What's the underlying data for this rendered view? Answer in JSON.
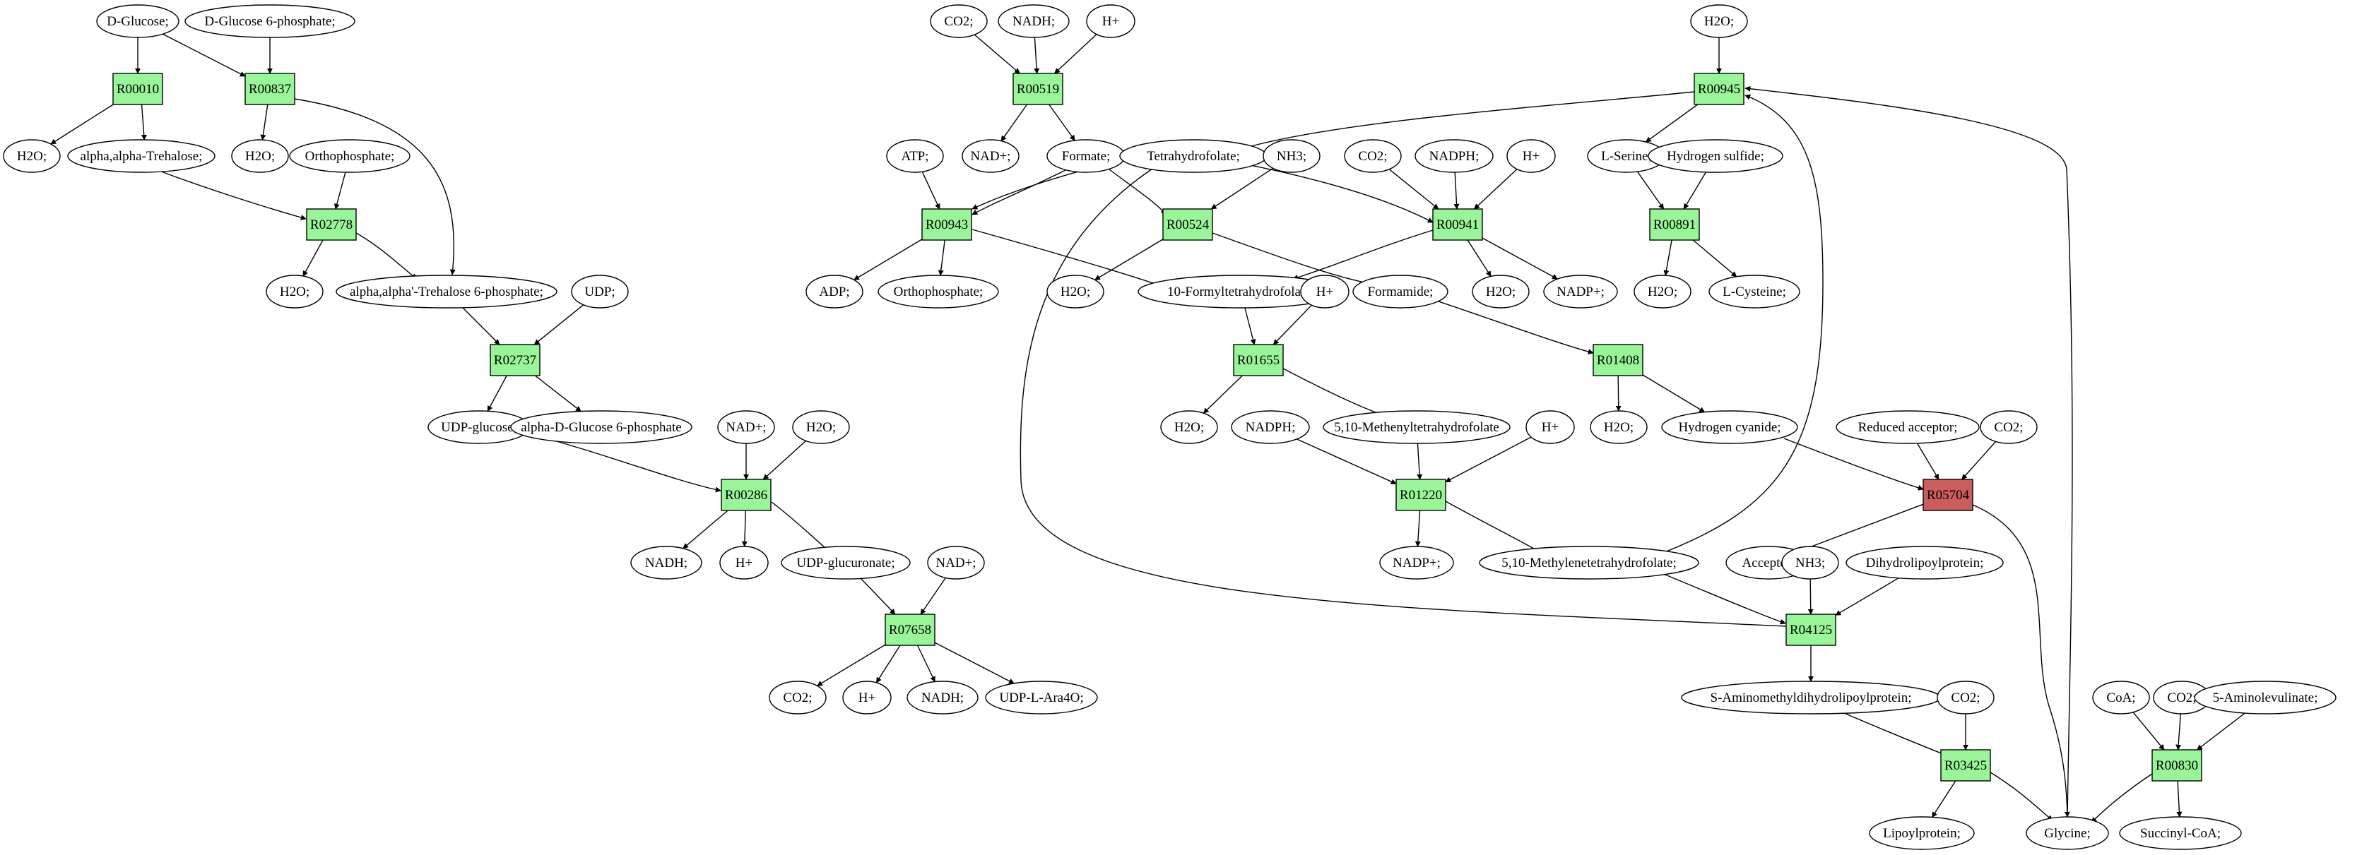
{
  "colors": {
    "reaction_fill": "#98f598",
    "reaction_highlight": "#cd5c5c",
    "start_metabolite": "#00ee00",
    "target_metabolite": "#ffff00",
    "metabolite_fill": "#ffffff",
    "stroke": "#000000"
  },
  "nodes": [
    {
      "id": "m_dglucose",
      "kind": "metabolite",
      "label": "D-Glucose;",
      "style": "start"
    },
    {
      "id": "m_dg6p_top",
      "kind": "metabolite",
      "label": "D-Glucose 6-phosphate;"
    },
    {
      "id": "r_R00010",
      "kind": "reaction",
      "label": "R00010"
    },
    {
      "id": "r_R00837",
      "kind": "reaction",
      "label": "R00837"
    },
    {
      "id": "m_h2o_1",
      "kind": "metabolite",
      "label": "H2O;"
    },
    {
      "id": "m_trehalose",
      "kind": "metabolite",
      "label": "alpha,alpha-Trehalose;"
    },
    {
      "id": "m_h2o_2",
      "kind": "metabolite",
      "label": "H2O;"
    },
    {
      "id": "m_orthophosphate_1",
      "kind": "metabolite",
      "label": "Orthophosphate;"
    },
    {
      "id": "r_R02778",
      "kind": "reaction",
      "label": "R02778"
    },
    {
      "id": "m_h2o_3",
      "kind": "metabolite",
      "label": "H2O;"
    },
    {
      "id": "m_t6p",
      "kind": "metabolite",
      "label": "alpha,alpha'-Trehalose 6-phosphate;"
    },
    {
      "id": "m_udp",
      "kind": "metabolite",
      "label": "UDP;"
    },
    {
      "id": "r_R02737",
      "kind": "reaction",
      "label": "R02737"
    },
    {
      "id": "m_udpglucose",
      "kind": "metabolite",
      "label": "UDP-glucose;"
    },
    {
      "id": "m_adg6p",
      "kind": "metabolite",
      "label": "alpha-D-Glucose 6-phosphate"
    },
    {
      "id": "m_nadp_a",
      "kind": "metabolite",
      "label": "NAD+;"
    },
    {
      "id": "m_h2o_4",
      "kind": "metabolite",
      "label": "H2O;"
    },
    {
      "id": "r_R00286",
      "kind": "reaction",
      "label": "R00286"
    },
    {
      "id": "m_nadh_1",
      "kind": "metabolite",
      "label": "NADH;"
    },
    {
      "id": "m_hplus_1",
      "kind": "metabolite",
      "label": "H+"
    },
    {
      "id": "m_udpglucuronate",
      "kind": "metabolite",
      "label": "UDP-glucuronate;"
    },
    {
      "id": "m_nadp_b",
      "kind": "metabolite",
      "label": "NAD+;"
    },
    {
      "id": "r_R07658",
      "kind": "reaction",
      "label": "R07658"
    },
    {
      "id": "m_co2_1",
      "kind": "metabolite",
      "label": "CO2;"
    },
    {
      "id": "m_hplus_2",
      "kind": "metabolite",
      "label": "H+"
    },
    {
      "id": "m_nadh_2",
      "kind": "metabolite",
      "label": "NADH;"
    },
    {
      "id": "m_udpara",
      "kind": "metabolite",
      "label": "UDP-L-Ara4O;"
    },
    {
      "id": "m_co2_2",
      "kind": "metabolite",
      "label": "CO2;"
    },
    {
      "id": "m_nadh_3",
      "kind": "metabolite",
      "label": "NADH;"
    },
    {
      "id": "m_hplus_3",
      "kind": "metabolite",
      "label": "H+"
    },
    {
      "id": "r_R00519",
      "kind": "reaction",
      "label": "R00519"
    },
    {
      "id": "m_nadp_c",
      "kind": "metabolite",
      "label": "NAD+;"
    },
    {
      "id": "m_formate",
      "kind": "metabolite",
      "label": "Formate;"
    },
    {
      "id": "m_atp",
      "kind": "metabolite",
      "label": "ATP;"
    },
    {
      "id": "m_thf",
      "kind": "metabolite",
      "label": "Tetrahydrofolate;"
    },
    {
      "id": "m_nh3_1",
      "kind": "metabolite",
      "label": "NH3;"
    },
    {
      "id": "m_co2_3",
      "kind": "metabolite",
      "label": "CO2;"
    },
    {
      "id": "m_nadph_1",
      "kind": "metabolite",
      "label": "NADPH;"
    },
    {
      "id": "m_hplus_4",
      "kind": "metabolite",
      "label": "H+"
    },
    {
      "id": "r_R00943",
      "kind": "reaction",
      "label": "R00943"
    },
    {
      "id": "r_R00524",
      "kind": "reaction",
      "label": "R00524"
    },
    {
      "id": "r_R00941",
      "kind": "reaction",
      "label": "R00941"
    },
    {
      "id": "m_adp",
      "kind": "metabolite",
      "label": "ADP;"
    },
    {
      "id": "m_orthophosphate_2",
      "kind": "metabolite",
      "label": "Orthophosphate;"
    },
    {
      "id": "m_h2o_5",
      "kind": "metabolite",
      "label": "H2O;"
    },
    {
      "id": "m_10fthf",
      "kind": "metabolite",
      "label": "10-Formyltetrahydrofolate;"
    },
    {
      "id": "m_formamide",
      "kind": "metabolite",
      "label": "Formamide;"
    },
    {
      "id": "m_h2o_6",
      "kind": "metabolite",
      "label": "H2O;"
    },
    {
      "id": "m_nadpplus_1",
      "kind": "metabolite",
      "label": "NADP+;"
    },
    {
      "id": "m_hplus_5",
      "kind": "metabolite",
      "label": "H+"
    },
    {
      "id": "r_R01655",
      "kind": "reaction",
      "label": "R01655"
    },
    {
      "id": "r_R01408",
      "kind": "reaction",
      "label": "R01408"
    },
    {
      "id": "m_h2o_7",
      "kind": "metabolite",
      "label": "H2O;"
    },
    {
      "id": "m_510methenyl",
      "kind": "metabolite",
      "label": "5,10-Methenyltetrahydrofolate"
    },
    {
      "id": "m_nadph_2",
      "kind": "metabolite",
      "label": "NADPH;"
    },
    {
      "id": "m_hplus_6",
      "kind": "metabolite",
      "label": "H+"
    },
    {
      "id": "m_h2o_8",
      "kind": "metabolite",
      "label": "H2O;"
    },
    {
      "id": "m_hcn",
      "kind": "metabolite",
      "label": "Hydrogen cyanide;"
    },
    {
      "id": "r_R01220",
      "kind": "reaction",
      "label": "R01220"
    },
    {
      "id": "m_nadpplus_2",
      "kind": "metabolite",
      "label": "NADP+;"
    },
    {
      "id": "m_510methylene",
      "kind": "metabolite",
      "label": "5,10-Methylenetetrahydrofolate;"
    },
    {
      "id": "m_h2o_9",
      "kind": "metabolite",
      "label": "H2O;"
    },
    {
      "id": "r_R00945",
      "kind": "reaction",
      "label": "R00945"
    },
    {
      "id": "m_lserine",
      "kind": "metabolite",
      "label": "L-Serine;"
    },
    {
      "id": "m_h2s",
      "kind": "metabolite",
      "label": "Hydrogen sulfide;"
    },
    {
      "id": "r_R00891",
      "kind": "reaction",
      "label": "R00891"
    },
    {
      "id": "m_h2o_10",
      "kind": "metabolite",
      "label": "H2O;"
    },
    {
      "id": "m_lcysteine",
      "kind": "metabolite",
      "label": "L-Cysteine;",
      "style": "target"
    },
    {
      "id": "m_reducedacceptor",
      "kind": "metabolite",
      "label": "Reduced acceptor;"
    },
    {
      "id": "m_co2_4",
      "kind": "metabolite",
      "label": "CO2;"
    },
    {
      "id": "r_R05704",
      "kind": "reaction",
      "label": "R05704",
      "style": "highlight"
    },
    {
      "id": "m_acceptor",
      "kind": "metabolite",
      "label": "Acceptor;"
    },
    {
      "id": "m_nh3_2",
      "kind": "metabolite",
      "label": "NH3;"
    },
    {
      "id": "m_dihydrolipoyl",
      "kind": "metabolite",
      "label": "Dihydrolipoylprotein;"
    },
    {
      "id": "r_R04125",
      "kind": "reaction",
      "label": "R04125"
    },
    {
      "id": "m_saminomethyl",
      "kind": "metabolite",
      "label": "S-Aminomethyldihydrolipoylprotein;"
    },
    {
      "id": "m_co2_5",
      "kind": "metabolite",
      "label": "CO2;"
    },
    {
      "id": "m_coa",
      "kind": "metabolite",
      "label": "CoA;"
    },
    {
      "id": "m_co2_6",
      "kind": "metabolite",
      "label": "CO2;"
    },
    {
      "id": "m_5ala",
      "kind": "metabolite",
      "label": "5-Aminolevulinate;"
    },
    {
      "id": "r_R03425",
      "kind": "reaction",
      "label": "R03425"
    },
    {
      "id": "r_R00830",
      "kind": "reaction",
      "label": "R00830"
    },
    {
      "id": "m_lipoylprotein",
      "kind": "metabolite",
      "label": "Lipoylprotein;"
    },
    {
      "id": "m_glycine",
      "kind": "metabolite",
      "label": "Glycine;"
    },
    {
      "id": "m_succinylcoa",
      "kind": "metabolite",
      "label": "Succinyl-CoA;"
    }
  ],
  "edges": [
    [
      "m_dglucose",
      "r_R00010"
    ],
    [
      "m_dglucose",
      "r_R00837"
    ],
    [
      "m_dg6p_top",
      "r_R00837"
    ],
    [
      "r_R00010",
      "m_h2o_1"
    ],
    [
      "r_R00010",
      "m_trehalose"
    ],
    [
      "r_R00837",
      "m_h2o_2"
    ],
    [
      "r_R00837",
      "m_t6p"
    ],
    [
      "m_trehalose",
      "r_R02778"
    ],
    [
      "m_orthophosphate_1",
      "r_R02778"
    ],
    [
      "r_R02778",
      "m_h2o_3"
    ],
    [
      "r_R02778",
      "m_t6p"
    ],
    [
      "m_t6p",
      "r_R02737"
    ],
    [
      "m_udp",
      "r_R02737"
    ],
    [
      "r_R02737",
      "m_udpglucose"
    ],
    [
      "r_R02737",
      "m_adg6p"
    ],
    [
      "m_udpglucose",
      "r_R00286"
    ],
    [
      "m_nadp_a",
      "r_R00286"
    ],
    [
      "m_h2o_4",
      "r_R00286"
    ],
    [
      "r_R00286",
      "m_nadh_1"
    ],
    [
      "r_R00286",
      "m_hplus_1"
    ],
    [
      "r_R00286",
      "m_udpglucuronate"
    ],
    [
      "m_udpglucuronate",
      "r_R07658"
    ],
    [
      "m_nadp_b",
      "r_R07658"
    ],
    [
      "r_R07658",
      "m_co2_1"
    ],
    [
      "r_R07658",
      "m_hplus_2"
    ],
    [
      "r_R07658",
      "m_nadh_2"
    ],
    [
      "r_R07658",
      "m_udpara"
    ],
    [
      "m_co2_2",
      "r_R00519"
    ],
    [
      "m_nadh_3",
      "r_R00519"
    ],
    [
      "m_hplus_3",
      "r_R00519"
    ],
    [
      "r_R00519",
      "m_nadp_c"
    ],
    [
      "r_R00519",
      "m_formate"
    ],
    [
      "m_atp",
      "r_R00943"
    ],
    [
      "m_formate",
      "r_R00943"
    ],
    [
      "m_formate",
      "r_R00524"
    ],
    [
      "m_thf",
      "r_R00943"
    ],
    [
      "m_thf",
      "r_R00941"
    ],
    [
      "m_nh3_1",
      "r_R00524"
    ],
    [
      "m_co2_3",
      "r_R00941"
    ],
    [
      "m_nadph_1",
      "r_R00941"
    ],
    [
      "m_hplus_4",
      "r_R00941"
    ],
    [
      "r_R00943",
      "m_adp"
    ],
    [
      "r_R00943",
      "m_orthophosphate_2"
    ],
    [
      "r_R00943",
      "m_10fthf"
    ],
    [
      "r_R00524",
      "m_h2o_5"
    ],
    [
      "r_R00524",
      "m_formamide"
    ],
    [
      "r_R00941",
      "m_10fthf"
    ],
    [
      "r_R00941",
      "m_h2o_6"
    ],
    [
      "r_R00941",
      "m_nadpplus_1"
    ],
    [
      "m_10fthf",
      "r_R01655"
    ],
    [
      "m_hplus_5",
      "r_R01655"
    ],
    [
      "m_formamide",
      "r_R01408"
    ],
    [
      "r_R01655",
      "m_h2o_7"
    ],
    [
      "r_R01655",
      "m_510methenyl"
    ],
    [
      "r_R01408",
      "m_h2o_8"
    ],
    [
      "r_R01408",
      "m_hcn"
    ],
    [
      "m_510methenyl",
      "r_R01220"
    ],
    [
      "m_nadph_2",
      "r_R01220"
    ],
    [
      "m_hplus_6",
      "r_R01220"
    ],
    [
      "r_R01220",
      "m_nadpplus_2"
    ],
    [
      "r_R01220",
      "m_510methylene"
    ],
    [
      "m_h2o_9",
      "r_R00945"
    ],
    [
      "r_R00945",
      "m_thf"
    ],
    [
      "r_R00945",
      "m_lserine"
    ],
    [
      "m_lserine",
      "r_R00891"
    ],
    [
      "m_h2s",
      "r_R00891"
    ],
    [
      "r_R00891",
      "m_h2o_10"
    ],
    [
      "r_R00891",
      "m_lcysteine"
    ],
    [
      "m_510methylene",
      "r_R00945"
    ],
    [
      "m_glycine",
      "r_R00945"
    ],
    [
      "m_hcn",
      "r_R05704"
    ],
    [
      "m_reducedacceptor",
      "r_R05704"
    ],
    [
      "m_co2_4",
      "r_R05704"
    ],
    [
      "r_R05704",
      "m_acceptor"
    ],
    [
      "r_R05704",
      "m_glycine"
    ],
    [
      "m_510methylene",
      "r_R04125"
    ],
    [
      "m_nh3_2",
      "r_R04125"
    ],
    [
      "m_dihydrolipoyl",
      "r_R04125"
    ],
    [
      "r_R04125",
      "m_thf"
    ],
    [
      "r_R04125",
      "m_saminomethyl"
    ],
    [
      "m_saminomethyl",
      "r_R03425"
    ],
    [
      "m_co2_5",
      "r_R03425"
    ],
    [
      "r_R03425",
      "m_lipoylprotein"
    ],
    [
      "r_R03425",
      "m_glycine"
    ],
    [
      "m_coa",
      "r_R00830"
    ],
    [
      "m_co2_6",
      "r_R00830"
    ],
    [
      "m_5ala",
      "r_R00830"
    ],
    [
      "r_R00830",
      "m_glycine"
    ],
    [
      "r_R00830",
      "m_succinylcoa"
    ]
  ]
}
